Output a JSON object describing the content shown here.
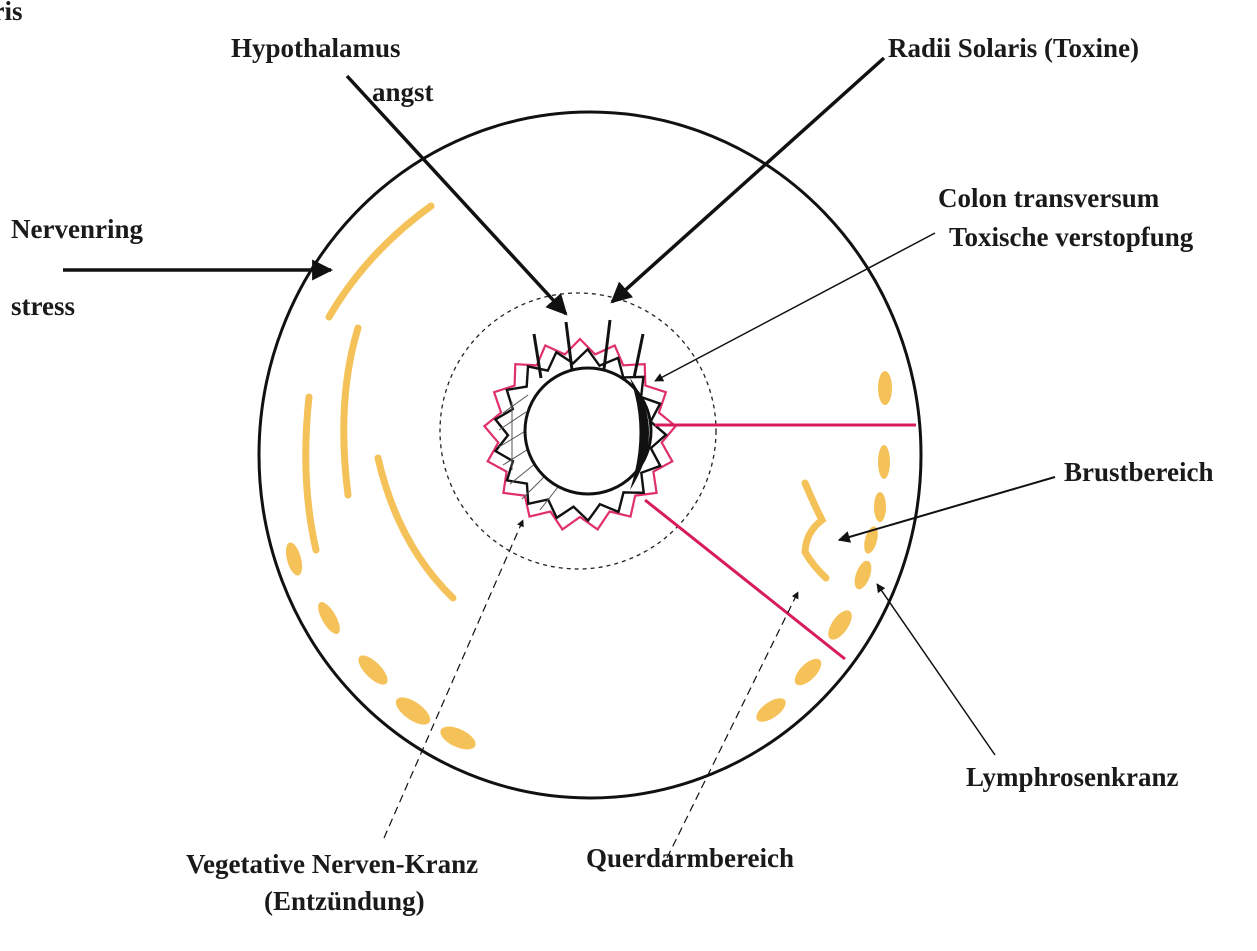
{
  "title": "Iris",
  "labels": {
    "hypothalamus": "Hypothalamus",
    "angst": "angst",
    "radii_solaris": "Radii Solaris (Toxine)",
    "nervenring": "Nervenring",
    "stress": "stress",
    "colon_transversum": "Colon transversum",
    "toxische_verstopfung": "Toxische verstopfung",
    "brustbereich": "Brustbereich",
    "lymphrosenkranz": "Lymphrosenkranz",
    "vegetative_nerven_kranz": "Vegetative Nerven-Kranz",
    "entzuendung": "(Entzündung)",
    "querdarmbereich": "Querdarmbereich"
  },
  "colors": {
    "outline": "#111111",
    "crown_pink": "#e0306a",
    "sector_line": "#d81b5a",
    "marking_yellow": "#f5c25a"
  }
}
